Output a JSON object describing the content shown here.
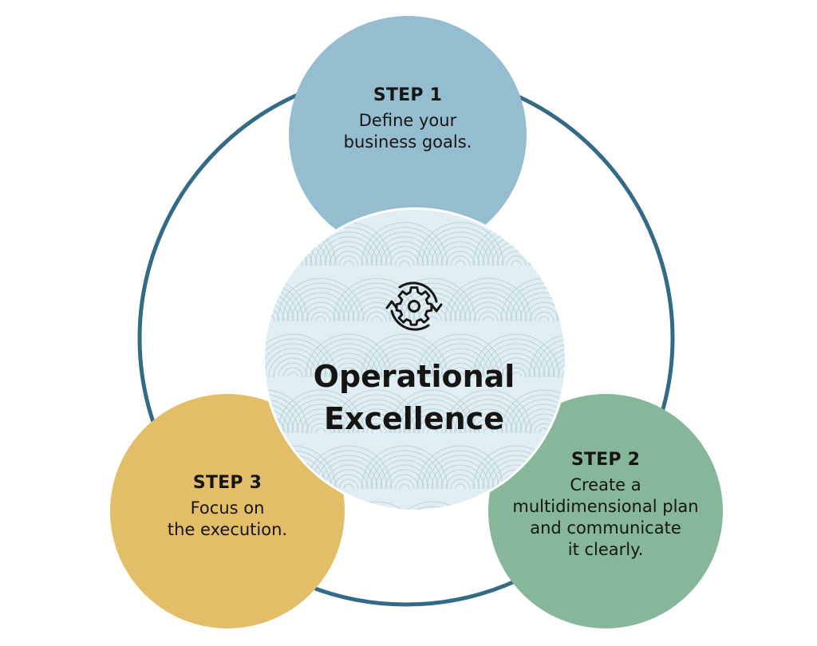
{
  "diagram": {
    "center": {
      "icon": "gear-cycle-icon",
      "title_lines": [
        "Operational",
        "Excellence"
      ]
    },
    "steps": [
      {
        "title": "STEP 1",
        "lines": [
          "Define your",
          "business goals."
        ],
        "color": "#94BDD0"
      },
      {
        "title": "STEP 2",
        "lines": [
          "Create a",
          "multidimensional plan",
          "and communicate",
          "it clearly."
        ],
        "color": "#87B79A"
      },
      {
        "title": "STEP 3",
        "lines": [
          "Focus on",
          "the execution."
        ],
        "color": "#E3BE68"
      }
    ],
    "colors": {
      "ring": "#336B86",
      "center_fill": "#E0EEF3",
      "pattern": "#B7D0D7",
      "text": "#161513"
    }
  }
}
